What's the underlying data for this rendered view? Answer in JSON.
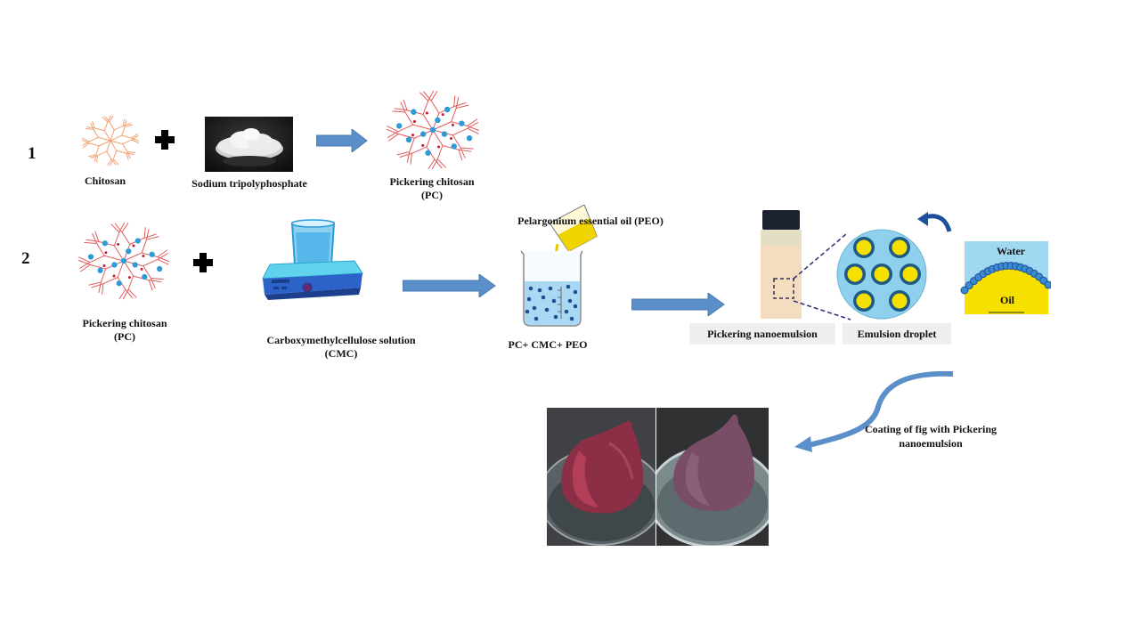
{
  "steps": [
    {
      "number": "1"
    },
    {
      "number": "2"
    }
  ],
  "row1": {
    "chitosan_label": "Chitosan",
    "stpp_label": "Sodium tripolyphosphate",
    "pc_label_line1": "Pickering chitosan",
    "pc_label_line2": "(PC)"
  },
  "row2": {
    "pc_label_line1": "Pickering chitosan",
    "pc_label_line2": "(PC)",
    "cmc_label_line1": "Carboxymethylcellulose solution",
    "cmc_label_line2": "(CMC)",
    "peo_label": "Pelargonium essential oil (PEO)",
    "mixture_label": "PC+ CMC+ PEO",
    "nanoemulsion_label": "Pickering nanoemulsion",
    "droplet_label": "Emulsion droplet",
    "water_label": "Water",
    "oil_label": "Oil"
  },
  "coating": {
    "label_line1": "Coating of fig with Pickering",
    "label_line2": "nanoemulsion"
  },
  "colors": {
    "arrow": "#5b8fc9",
    "chitosan_branch": "#f0a070",
    "pc_branch": "#e05a5a",
    "pc_dot": "#2e9ad6",
    "water": "#9fd8f0",
    "oil": "#f5e000",
    "shell": "#1e5a82"
  }
}
